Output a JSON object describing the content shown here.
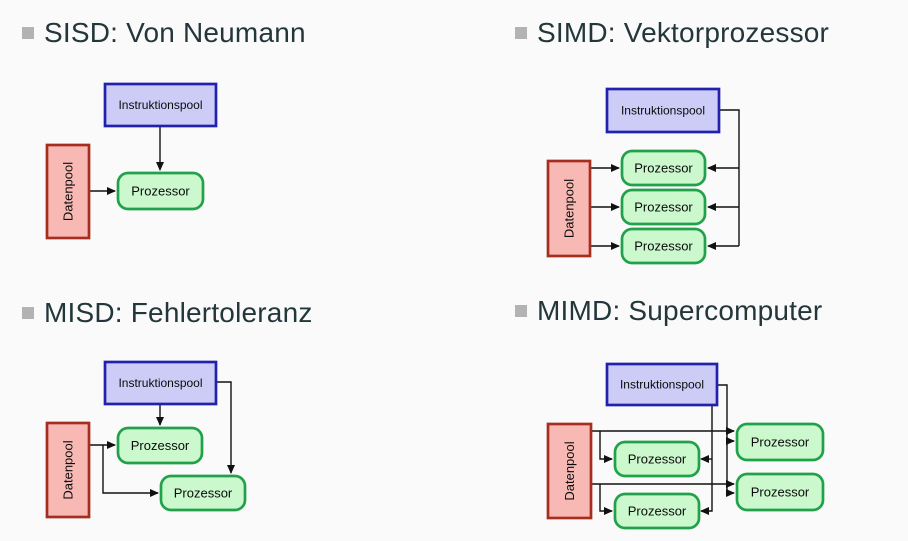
{
  "slide": {
    "background": "#fafafa",
    "heading_color": "#23373b",
    "bullet_color": "#b3b3b3",
    "colors": {
      "instruction_fill": "#ccccf6",
      "instruction_border": "#2121ad",
      "data_fill": "#f8b9b4",
      "data_border": "#a62e21",
      "processor_fill": "#ccf8cd",
      "processor_border": "#21a149",
      "arrow": "#111111"
    },
    "labels": {
      "instruction_pool": "Instruktionspool",
      "data_pool": "Datenpool",
      "processor": "Prozessor"
    },
    "panels": [
      {
        "id": "sisd",
        "title": "SISD: Von Neumann",
        "processor_count": 1
      },
      {
        "id": "simd",
        "title": "SIMD: Vektorprozessor",
        "processor_count": 3
      },
      {
        "id": "misd",
        "title": "MISD: Fehlertoleranz",
        "processor_count": 2
      },
      {
        "id": "mimd",
        "title": "MIMD: Supercomputer",
        "processor_count": 4
      }
    ]
  }
}
